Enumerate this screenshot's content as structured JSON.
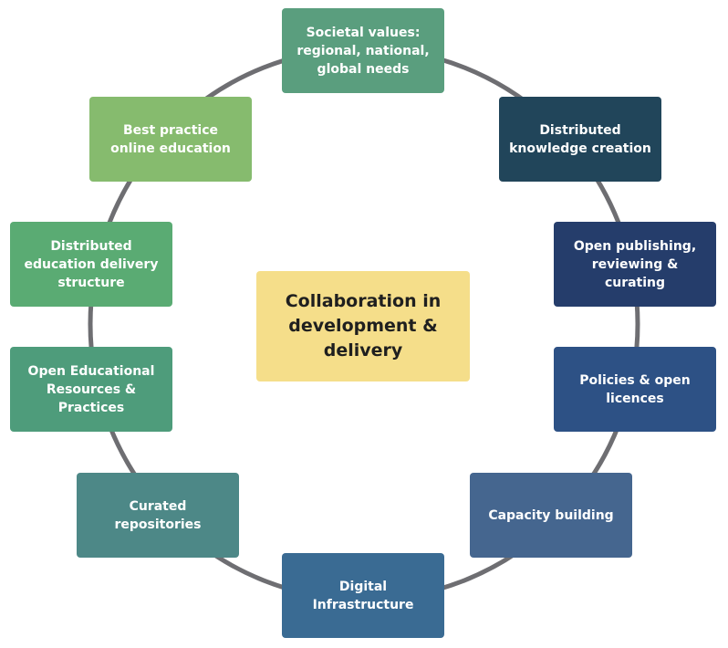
{
  "diagram": {
    "ring_color": "#6e6e72",
    "center": {
      "text": "Collaboration in\ndevelopment &\ndelivery",
      "color": "#f5de8a",
      "text_color": "#1f1f1f"
    },
    "nodes": [
      {
        "id": "societal",
        "text": "Societal values:\nregional, national,\nglobal needs",
        "color": "#5a9e7e"
      },
      {
        "id": "distknow",
        "text": "Distributed\nknowledge creation",
        "color": "#21455a"
      },
      {
        "id": "openpub",
        "text": "Open publishing,\nreviewing &\ncurating",
        "color": "#253d6b"
      },
      {
        "id": "policies",
        "text": "Policies & open\nlicences",
        "color": "#2d5185"
      },
      {
        "id": "capacity",
        "text": "Capacity building",
        "color": "#45668f"
      },
      {
        "id": "digital",
        "text": "Digital\nInfrastructure",
        "color": "#3a6b93"
      },
      {
        "id": "curated",
        "text": "Curated\nrepositories",
        "color": "#4d8887"
      },
      {
        "id": "oer",
        "text": "Open Educational\nResources &\nPractices",
        "color": "#4e9c7b"
      },
      {
        "id": "disted",
        "text": "Distributed\neducation delivery\nstructure",
        "color": "#5aab73"
      },
      {
        "id": "bestprac",
        "text": "Best practice\nonline education",
        "color": "#86bb6e"
      }
    ]
  }
}
